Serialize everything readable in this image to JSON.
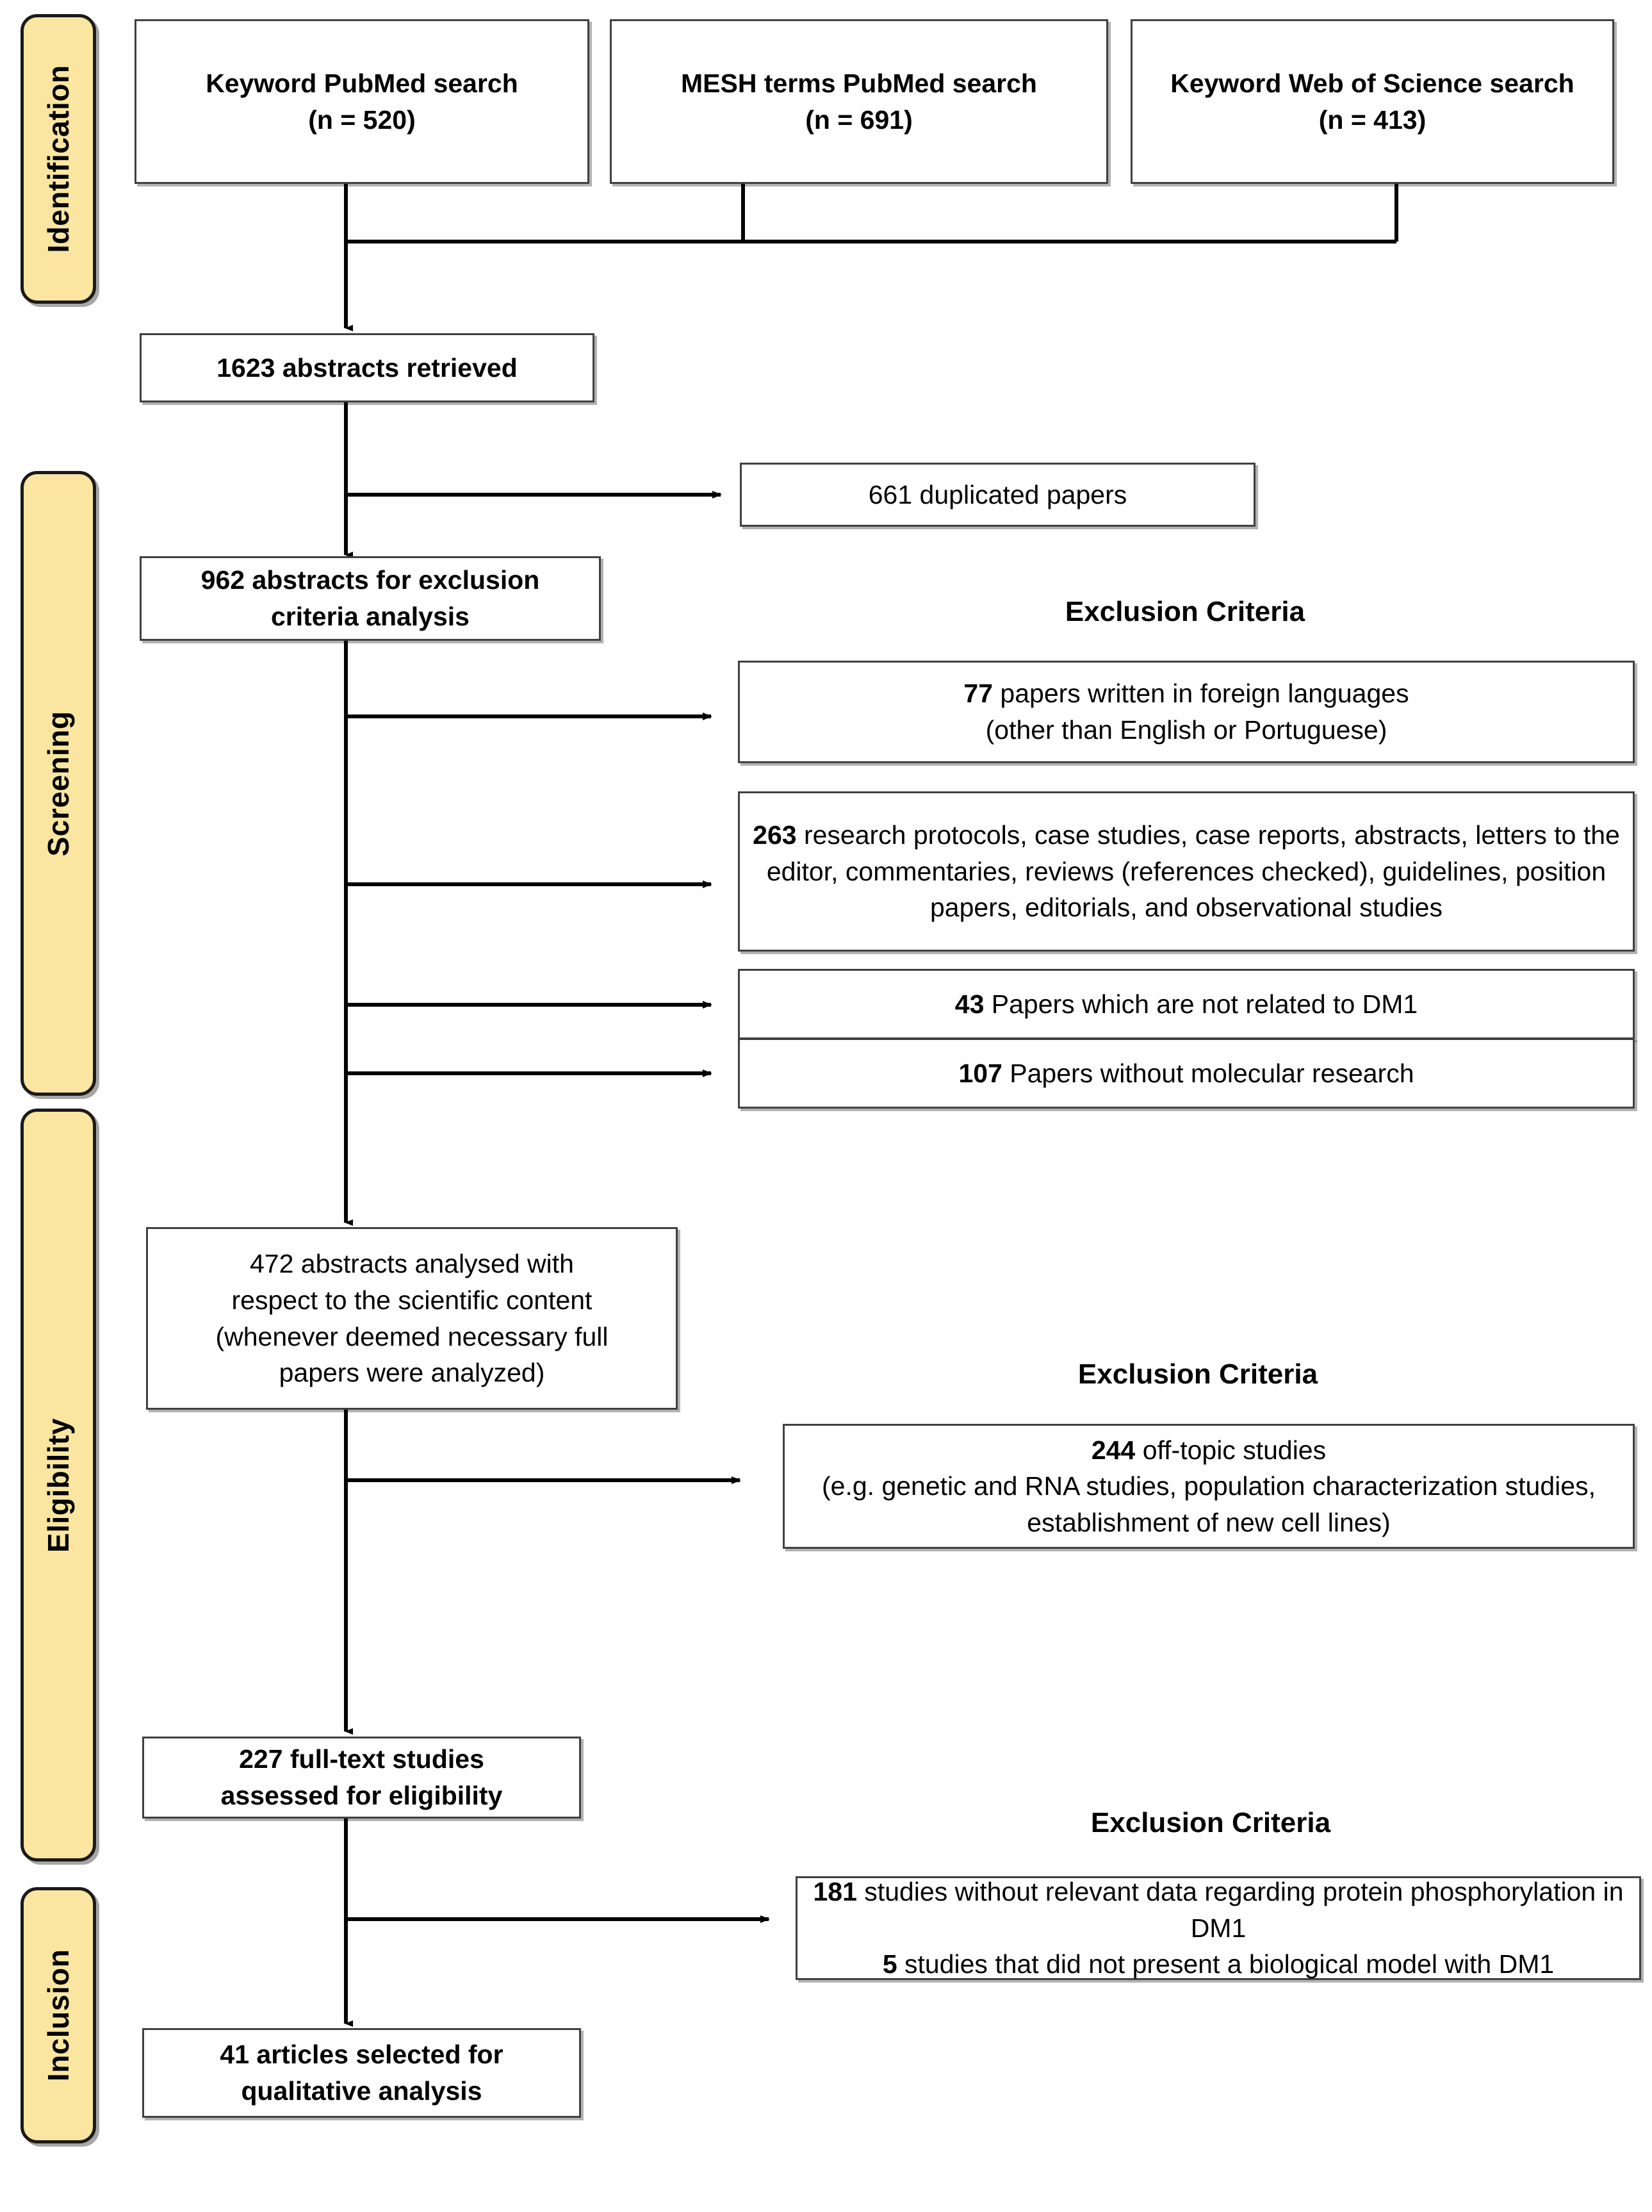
{
  "diagram": {
    "type": "prisma-flow-diagram",
    "stages": [
      {
        "label": "Identification"
      },
      {
        "label": "Screening"
      },
      {
        "label": "Eligibility"
      },
      {
        "label": "Inclusion"
      }
    ],
    "sources": [
      {
        "title": "Keyword PubMed search",
        "count": "(n = 520)"
      },
      {
        "title": "MESH terms PubMed search",
        "count": "(n = 691)"
      },
      {
        "title": "Keyword Web of Science search",
        "count": "(n = 413)"
      }
    ],
    "flow": {
      "retrieved": "1623 abstracts retrieved",
      "duplicates": "661 duplicated papers",
      "for_exclusion_line1": "962 abstracts for exclusion",
      "for_exclusion_line2": "criteria analysis",
      "analysed_line1": "472 abstracts analysed with",
      "analysed_line2": "respect to the scientific content",
      "analysed_note_line1": "(whenever deemed necessary full",
      "analysed_note_line2": "papers were analyzed)",
      "fulltext_line1": "227 full-text studies",
      "fulltext_line2": "assessed for eligibility",
      "included_line1": "41 articles selected for",
      "included_line2": "qualitative analysis"
    },
    "exclusion_headings": [
      "Exclusion Criteria",
      "Exclusion Criteria",
      "Exclusion Criteria"
    ],
    "exclusions_screening": [
      {
        "count": "77",
        "text": " papers written in foreign languages",
        "note": "(other than English or Portuguese)"
      },
      {
        "count": "263",
        "text": " research protocols, case studies, case reports, abstracts, letters to the editor, commentaries, reviews (references checked), guidelines, position papers, editorials, and observational studies",
        "note": ""
      },
      {
        "count": "43",
        "text": " Papers which are not related to DM1",
        "note": ""
      },
      {
        "count": "107",
        "text": " Papers without molecular research",
        "note": ""
      }
    ],
    "exclusions_eligibility": [
      {
        "count": "244",
        "text": " off-topic studies",
        "note": "(e.g. genetic and RNA studies, population characterization studies, establishment of new cell lines)"
      }
    ],
    "exclusions_inclusion": [
      {
        "count": "181",
        "text": " studies without relevant data regarding protein phosphorylation in DM1",
        "count2": "5",
        "text2": " studies that did not present a biological model with DM1"
      }
    ],
    "colors": {
      "stage_fill": "#fae6a0",
      "stage_border": "#1a1a1a",
      "node_border": "#404040",
      "node_fill": "#ffffff",
      "line": "#000000"
    }
  }
}
